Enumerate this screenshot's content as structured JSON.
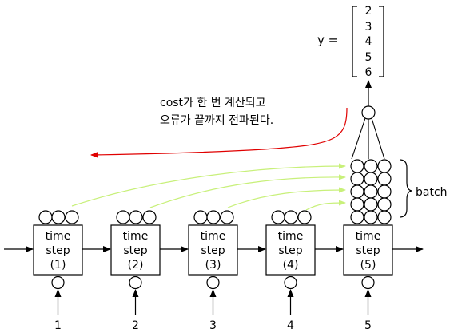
{
  "output": {
    "label": "y =",
    "values": [
      "2",
      "3",
      "4",
      "5",
      "6"
    ]
  },
  "note": {
    "line1": "cost가 한 번 계산되고",
    "line2": "오류가 끝까지 전파된다."
  },
  "batch_label": "batch",
  "steps": [
    {
      "line1": "time",
      "line2": "step",
      "line3": "(1)",
      "input": "1"
    },
    {
      "line1": "time",
      "line2": "step",
      "line3": "(2)",
      "input": "2"
    },
    {
      "line1": "time",
      "line2": "step",
      "line3": "(3)",
      "input": "3"
    },
    {
      "line1": "time",
      "line2": "step",
      "line3": "(4)",
      "input": "4"
    },
    {
      "line1": "time",
      "line2": "step",
      "line3": "(5)",
      "input": "5"
    }
  ],
  "colors": {
    "error_arrow": "#e00000",
    "state_arrow": "#c8f07a",
    "stroke": "#000000"
  }
}
